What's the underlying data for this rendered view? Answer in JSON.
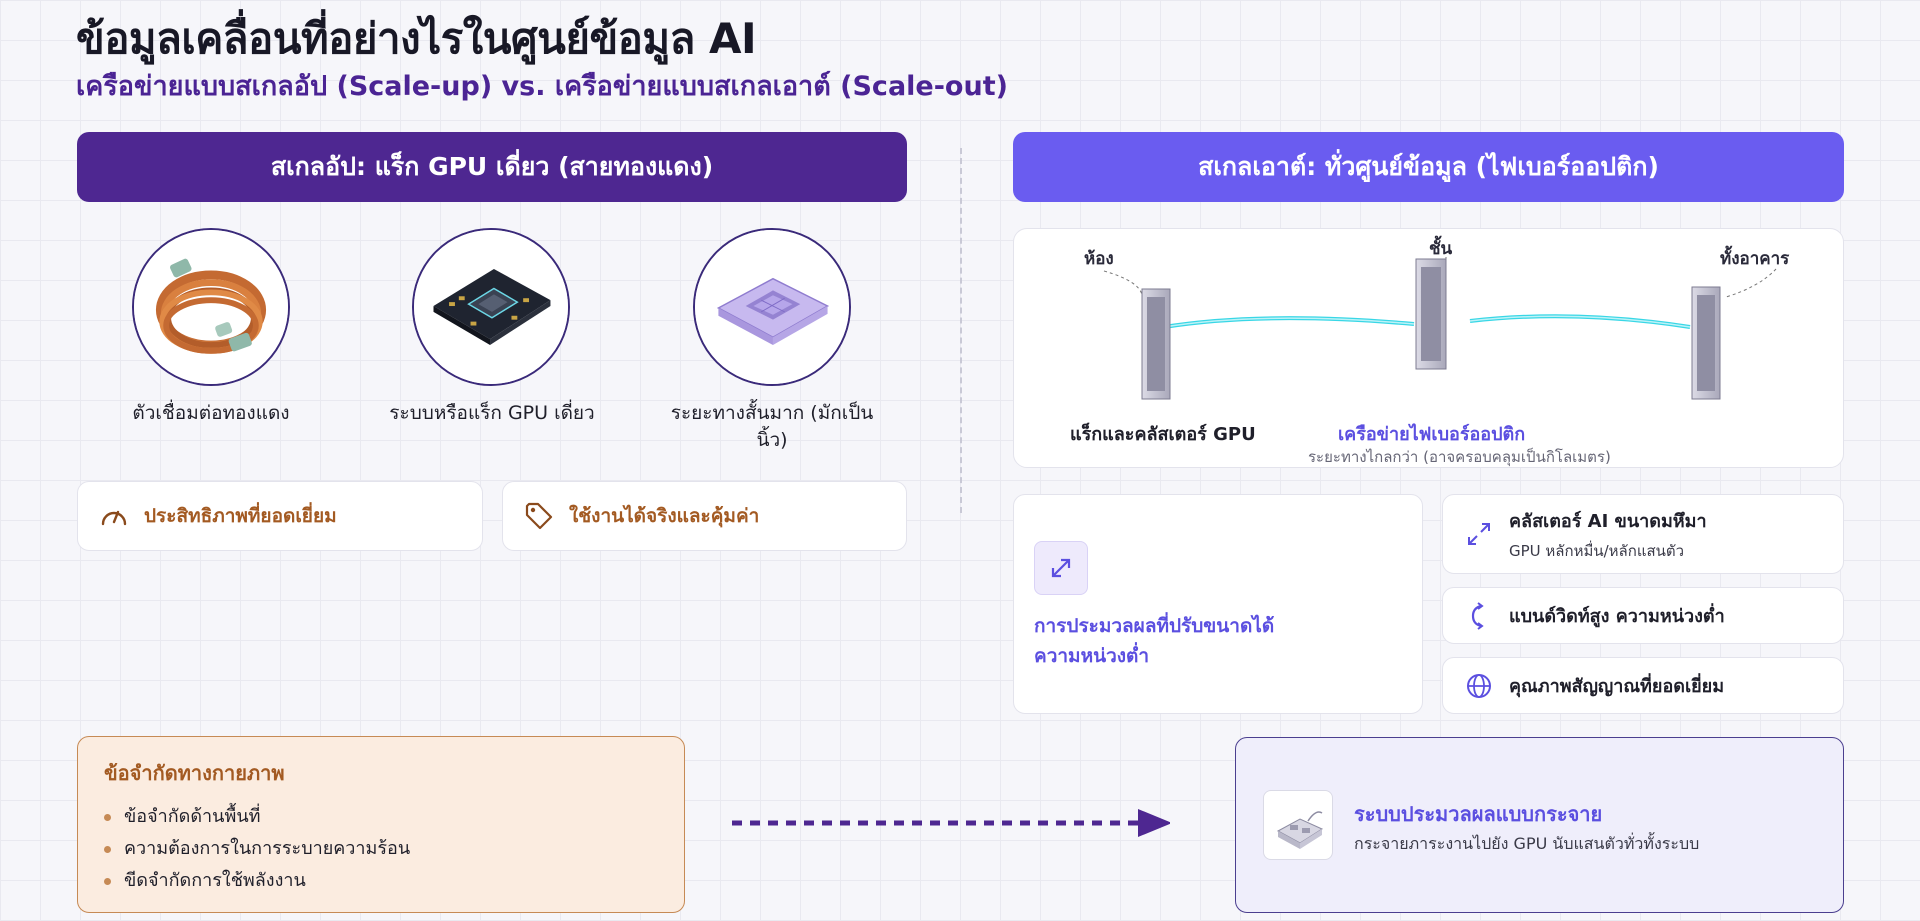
{
  "header": {
    "title": "ข้อมูลเคลื่อนที่อย่างไรในศูนย์ข้อมูล AI",
    "subtitle": "เครือข่ายแบบสเกลอัป (Scale-up) vs. เครือข่ายแบบสเกลเอาต์ (Scale-out)"
  },
  "scale_up": {
    "banner": "สเกลอัป: แร็ก GPU เดี่ยว (สายทองแดง)",
    "items": [
      {
        "label": "ตัวเชื่อมต่อทองแดง",
        "icon": "copper-cable-icon"
      },
      {
        "label": "ระบบหรือแร็ก GPU เดี่ยว",
        "icon": "gpu-board-icon"
      },
      {
        "label": "ระยะทางสั้นมาก (มักเป็นนิ้ว)",
        "icon": "chip-icon"
      }
    ],
    "badges": [
      {
        "label": "ประสิทธิภาพที่ยอดเยี่ยม",
        "icon": "gauge-icon"
      },
      {
        "label": "ใช้งานได้จริงและคุ้มค่า",
        "icon": "tag-icon"
      }
    ]
  },
  "scale_out": {
    "banner": "สเกลเอาต์: ทั่วศูนย์ข้อมูล (ไฟเบอร์ออปติก)",
    "diagram": {
      "room_label": "ห้อง",
      "floor_label": "ชั้น",
      "building_label": "ทั้งอาคาร",
      "gpu_label": "แร็กและคลัสเตอร์ GPU",
      "fiber_label": "เครือข่ายไฟเบอร์ออปติก",
      "distance_label": "ระยะทางไกลกว่า (อาจครอบคลุมเป็นกิโลเมตร)"
    },
    "big_card": {
      "line1": "การประมวลผลที่ปรับขนาดได้",
      "line2": "ความหน่วงต่ำ",
      "icon": "expand-icon"
    },
    "features": [
      {
        "title": "คลัสเตอร์ AI ขนาดมหึมา",
        "subtitle": "GPU หลักหมื่น/หลักแสนตัว",
        "icon": "expand-arrows-icon"
      },
      {
        "title": "แบนด์วิดท์สูง ความหน่วงต่ำ",
        "subtitle": "",
        "icon": "bandwidth-icon"
      },
      {
        "title": "คุณภาพสัญญาณที่ยอดเยี่ยม",
        "subtitle": "",
        "icon": "globe-icon"
      }
    ]
  },
  "limits": {
    "title": "ข้อจำกัดทางกายภาพ",
    "items": [
      "ข้อจำกัดด้านพื้นที่",
      "ความต้องการในการระบายความร้อน",
      "ขีดจำกัดการใช้พลังงาน"
    ]
  },
  "distributed": {
    "title": "ระบบประมวลผลแบบกระจาย",
    "subtitle": "กระจายภาระงานไปยัง GPU นับแสนตัวทั่วทั้งระบบ",
    "icon": "server-module-icon"
  },
  "colors": {
    "scale_up_banner": "#4e2791",
    "scale_out_banner": "#6a5cf0",
    "accent_orange": "#a35a22",
    "accent_purple": "#5b4fe0",
    "fiber": "#39d7e6"
  }
}
